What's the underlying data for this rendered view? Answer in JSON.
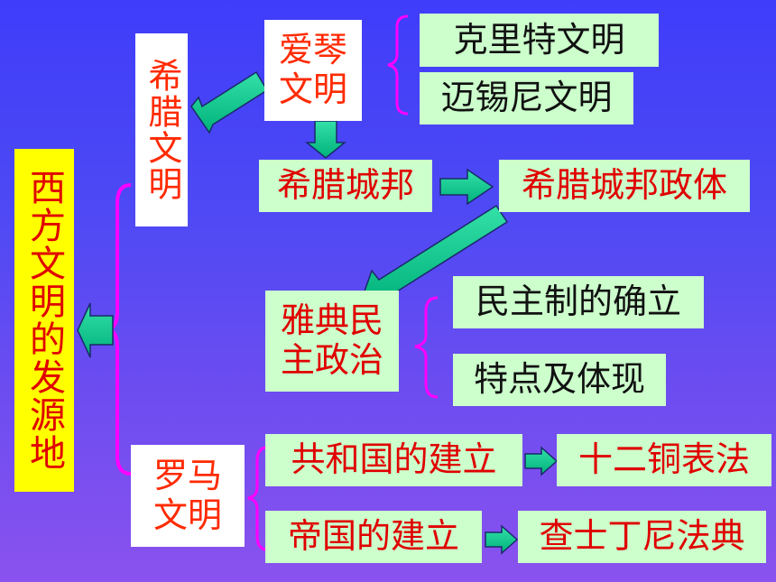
{
  "root": "西方文明的发源地",
  "greece": {
    "label": "希腊文明",
    "aiqin": "爱琴文明",
    "crete": "克里特文明",
    "mycenae": "迈锡尼文明",
    "city_state": "希腊城邦",
    "polity": "希腊城邦政体",
    "athens": "雅典民主政治",
    "democracy_established": "民主制的确立",
    "features": "特点及体现"
  },
  "rome": {
    "label": "罗马文明",
    "republic": "共和国的建立",
    "twelve_tables": "十二铜表法",
    "empire": "帝国的建立",
    "justinian": "查士丁尼法典"
  },
  "colors": {
    "background": "#4a46f4",
    "brace": "#ff00ff",
    "arrow": "#00c890",
    "text_red": "#e00000"
  }
}
